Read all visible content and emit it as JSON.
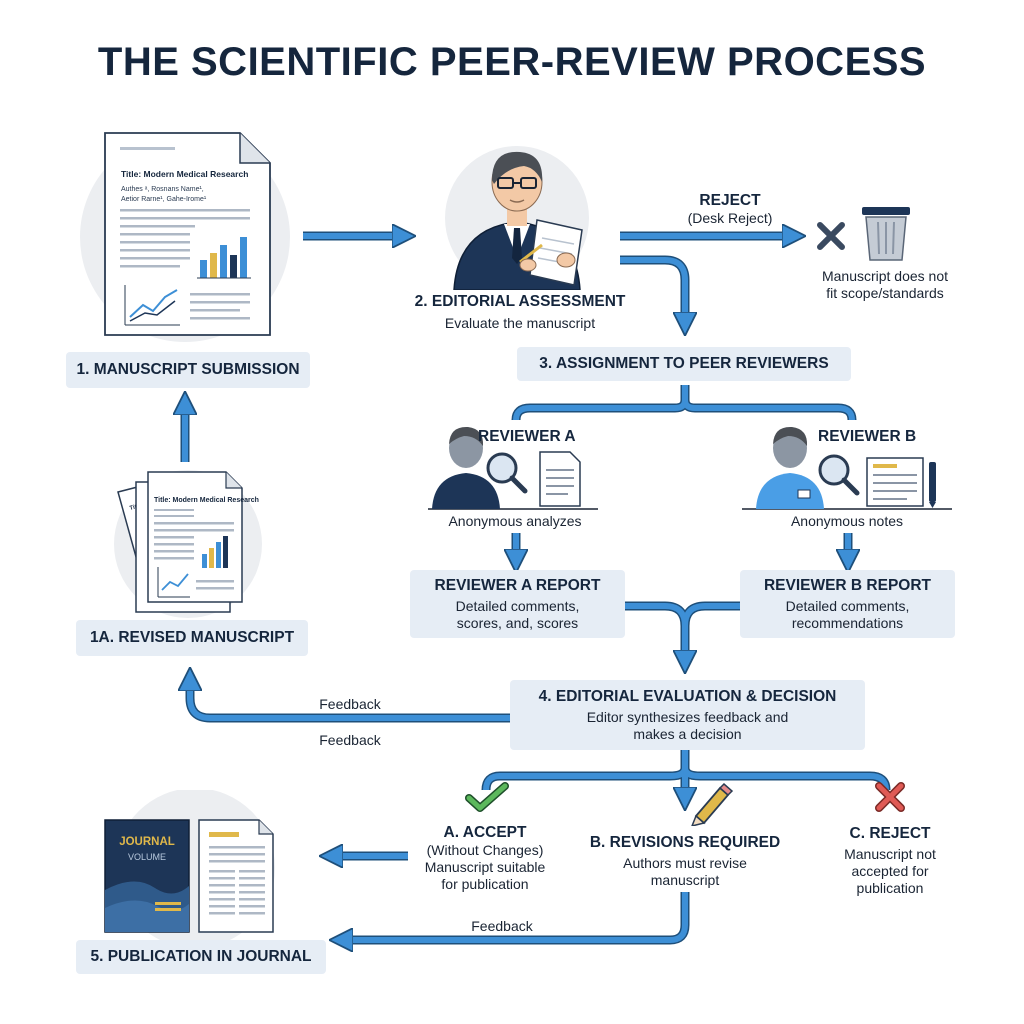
{
  "title": "THE SCIENTIFIC PEER-REVIEW PROCESS",
  "manuscript_doc": {
    "title_line": "Title: Modern Medical Research",
    "authors_line1": "Authes ᵃ, Rosnans Name¹,",
    "authors_line2": "Aetior Rarne¹, Gahe-Irome¹"
  },
  "revised_doc": {
    "title_line": "Title: Modern Medical Research",
    "back_label": "Title"
  },
  "journal_cover": {
    "line1": "JOURNAL",
    "line2": "VOLUME"
  },
  "steps": {
    "submission": "1. MANUSCRIPT SUBMISSION",
    "editorial_title": "2. EDITORIAL ASSESSMENT",
    "editorial_sub": "Evaluate the manuscript",
    "reject_title": "REJECT",
    "reject_sub": "(Desk Reject)",
    "reject_note_1": "Manuscript does not",
    "reject_note_2": "fit scope/standards",
    "assignment": "3. ASSIGNMENT TO PEER REVIEWERS",
    "reviewer_a": "REVIEWER A",
    "reviewer_a_note": "Anonymous analyzes",
    "reviewer_b": "REVIEWER B",
    "reviewer_b_note": "Anonymous notes",
    "report_a_title": "REVIEWER A REPORT",
    "report_a_line1": "Detailed comments,",
    "report_a_line2": "scores, and, scores",
    "report_b_title": "REVIEWER B REPORT",
    "report_b_line1": "Detailed comments,",
    "report_b_line2": "recommendations",
    "revised": "1A. REVISED MANUSCRIPT",
    "feedback_top": "Feedback",
    "feedback_bottom": "Feedback",
    "decision_title": "4. EDITORIAL EVALUATION & DECISION",
    "decision_line1": "Editor synthesizes feedback and",
    "decision_line2": "makes a decision",
    "accept_title": "A. ACCEPT",
    "accept_sub": "(Without Changes)",
    "accept_line1": "Manuscript suitable",
    "accept_line2": "for publication",
    "revisions_title": "B. REVISIONS REQUIRED",
    "revisions_line1": "Authors must revise",
    "revisions_line2": "manuscript",
    "creject_title": "C. REJECT",
    "creject_line1": "Manuscript not",
    "creject_line2": "accepted for",
    "creject_line3": "publication",
    "publication": "5. PUBLICATION IN JOURNAL",
    "feedback_publication": "Feedback"
  },
  "colors": {
    "arrow": "#3d8fd6",
    "arrow_outline": "#1e4f7a",
    "navy": "#1d3557",
    "box_fill": "#e6edf5",
    "check": "#55a84a",
    "cross": "#d9534f"
  }
}
